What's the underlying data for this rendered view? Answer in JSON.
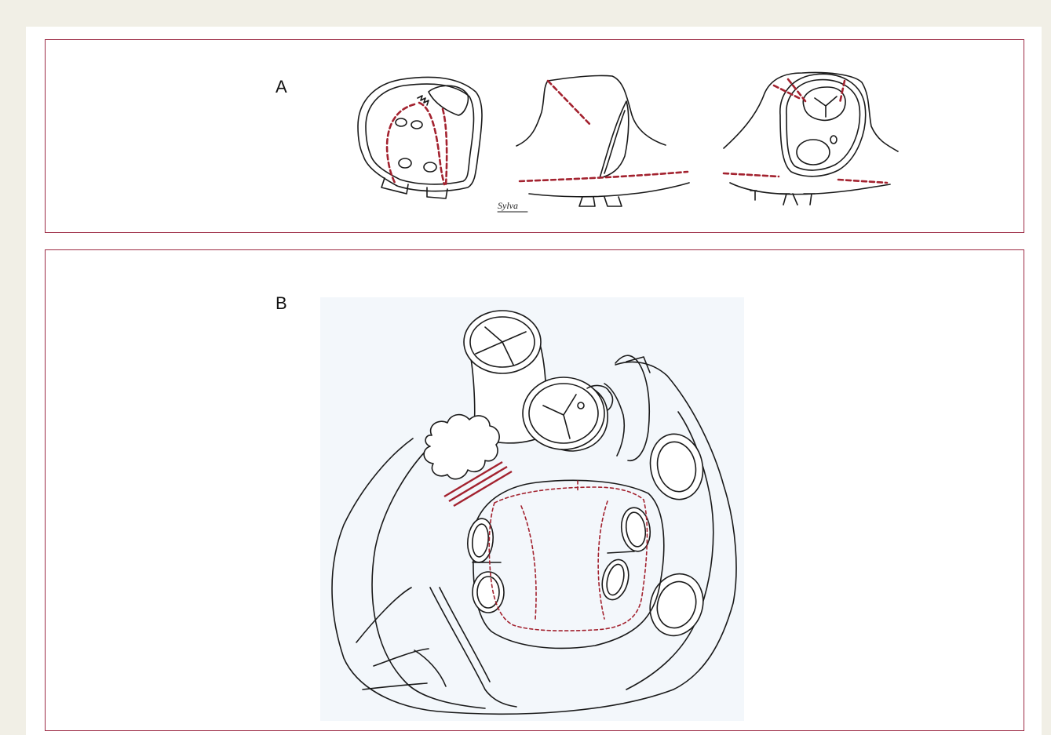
{
  "panels": [
    {
      "id": "A",
      "letter": "A"
    },
    {
      "id": "B",
      "letter": "B"
    }
  ],
  "signature": "Sylva",
  "colors": {
    "background": "#f1efe6",
    "frame": "#9c2a44",
    "incision_line": "#a3222f",
    "ink": "#1a1a1a"
  }
}
